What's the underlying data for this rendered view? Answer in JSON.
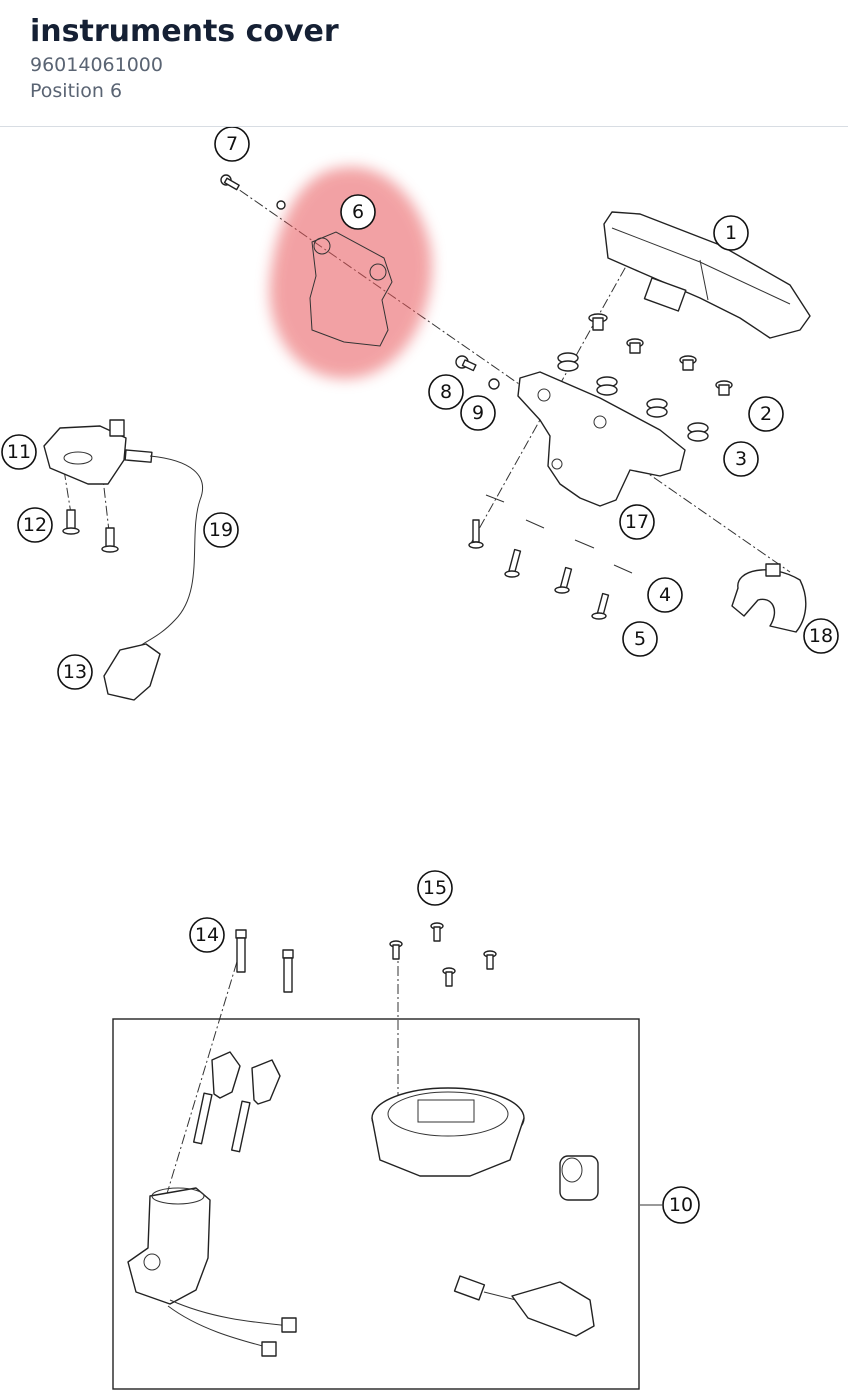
{
  "header": {
    "title": "instruments cover",
    "part_number": "96014061000",
    "position": "Position 6"
  },
  "colors": {
    "highlight": "#e8575a",
    "title": "#152034",
    "subtitle": "#5a6473"
  },
  "callouts": {
    "c1": "1",
    "c2": "2",
    "c3": "3",
    "c4": "4",
    "c5": "5",
    "c6": "6",
    "c7": "7",
    "c8": "8",
    "c9": "9",
    "c10": "10",
    "c11": "11",
    "c12": "12",
    "c13": "13",
    "c14": "14",
    "c15": "15",
    "c17": "17",
    "c18": "18",
    "c19": "19"
  }
}
